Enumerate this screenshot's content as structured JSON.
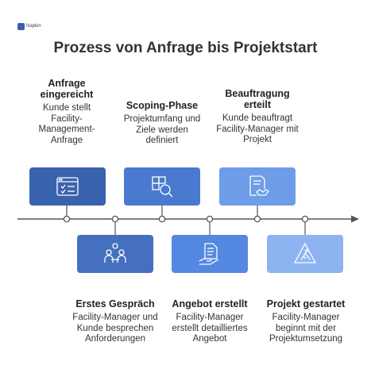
{
  "logo": {
    "text": "Napkin"
  },
  "title": "Prozess von Anfrage bis Projektstart",
  "colors": {
    "step1": "#3a63ad",
    "step2": "#4570bf",
    "step3": "#4a7ad0",
    "step4": "#5588e0",
    "step5": "#6d9de8",
    "step6": "#8db4f0",
    "line": "#555555"
  },
  "steps": [
    {
      "title": "Anfrage eingereicht",
      "desc": "Kunde stellt Facility-Management-Anfrage",
      "icon": "browser-checklist-icon"
    },
    {
      "title": "Erstes Gespräch",
      "desc": "Facility-Manager und Kunde besprechen Anforderungen",
      "icon": "people-discussion-icon"
    },
    {
      "title": "Scoping-Phase",
      "desc": "Projektumfang und Ziele werden definiert",
      "icon": "puzzle-magnifier-icon"
    },
    {
      "title": "Angebot erstellt",
      "desc": "Facility-Manager erstellt detailliertes Angebot",
      "icon": "document-hand-icon"
    },
    {
      "title": "Beauftragung erteilt",
      "desc": "Kunde beauftragt Facility-Manager mit Projekt",
      "icon": "contract-handshake-icon"
    },
    {
      "title": "Projekt gestartet",
      "desc": "Facility-Manager beginnt mit der Projektumsetzung",
      "icon": "construction-sign-icon"
    }
  ]
}
